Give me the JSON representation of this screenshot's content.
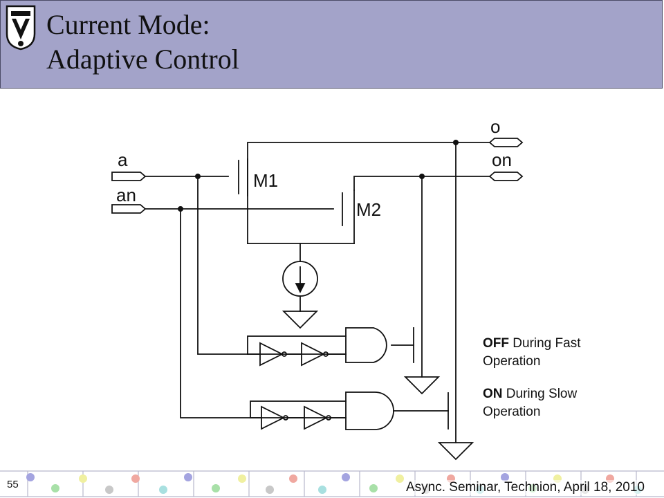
{
  "slide": {
    "title_line1": "Current Mode:",
    "title_line2": "Adaptive Control",
    "page_number": "55",
    "footer": "Async. Seminar, Technion, April 18, 2010"
  },
  "circuit": {
    "labels": {
      "o": "o",
      "on": "on",
      "a": "a",
      "an": "an",
      "m1": "M1",
      "m2": "M2"
    }
  },
  "notes": {
    "off_keyword": "OFF",
    "off_text": " During Fast Operation",
    "on_keyword": "ON",
    "on_text": " During Slow Operation"
  },
  "colors": {
    "header_bg": "#a3a3c9",
    "header_border": "#4a4a66",
    "wire": "#111111"
  }
}
